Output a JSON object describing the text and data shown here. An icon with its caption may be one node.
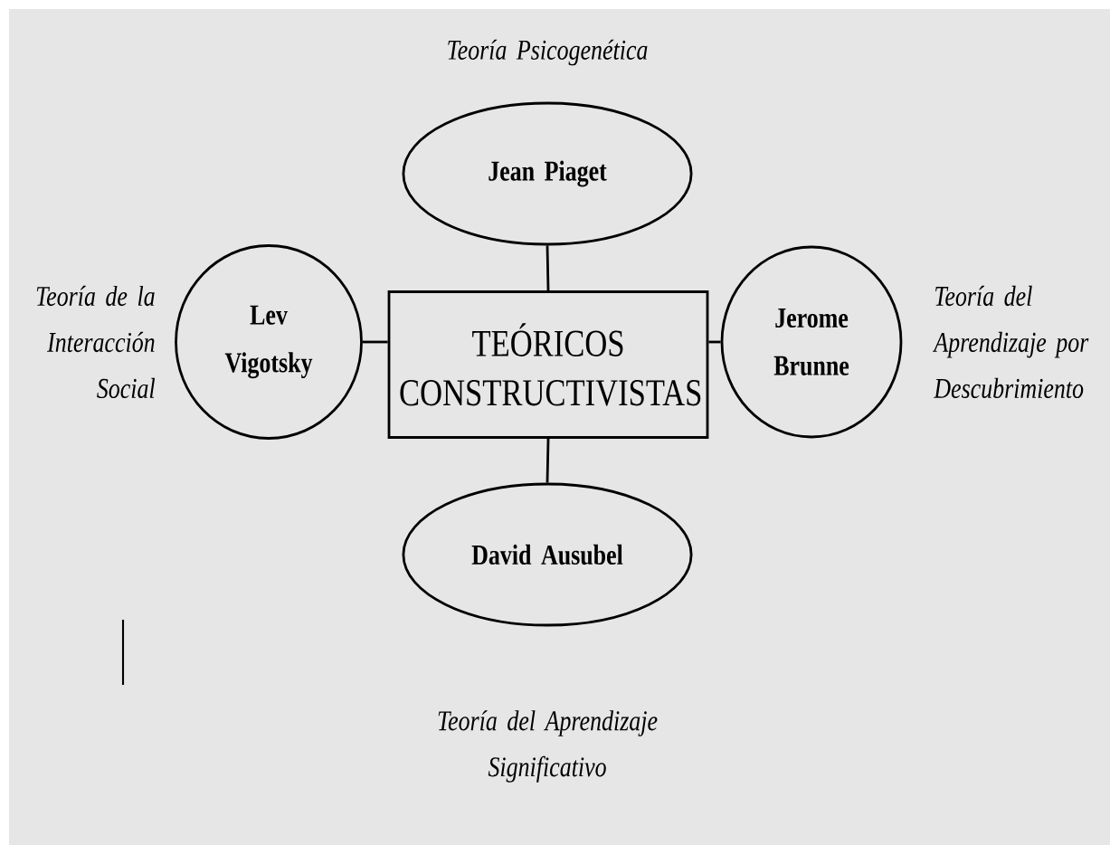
{
  "diagram": {
    "nodes": [
      {
        "text": [
          "Jean Piaget"
        ],
        "beside": [
          "Teoría Psicogenética"
        ]
      },
      {
        "text": [
          "Lev Vigotsky"
        ],
        "beside": [
          "Teoría de la Interacción Social"
        ]
      },
      {
        "text": [
          "TEÓRICOS CONSTRUCTIVISTAS"
        ]
      },
      {
        "text": [
          "Jerome Brunne"
        ],
        "beside": [
          "Teoría del Aprendizaje por Descubrimiento"
        ]
      },
      {
        "text": [
          "David Ausubel"
        ],
        "beside": [
          "Teoría del Aprendizaje Significativo"
        ]
      }
    ],
    "edges": [
      {
        "from": 2,
        "to": 0,
        "arrow": "none"
      },
      {
        "from": 2,
        "to": 1,
        "arrow": "none"
      },
      {
        "from": 2,
        "to": 3,
        "arrow": "none"
      },
      {
        "from": 2,
        "to": 4,
        "arrow": "none"
      }
    ]
  }
}
